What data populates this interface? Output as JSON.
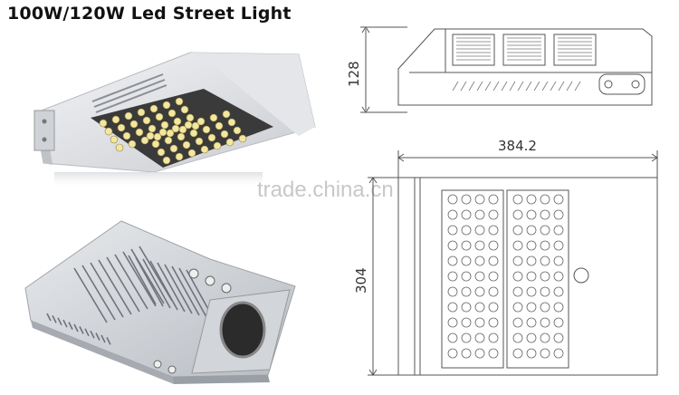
{
  "title": "100W/120W Led Street Light",
  "watermark": "trade.china.cn",
  "drawing": {
    "height_label": "128",
    "width_label": "384.2",
    "depth_label": "304"
  },
  "colors": {
    "housing": "#d9dce0",
    "line": "#555555",
    "led_yellow": "#f3e7a0",
    "module_dark": "#2e2e2e"
  }
}
